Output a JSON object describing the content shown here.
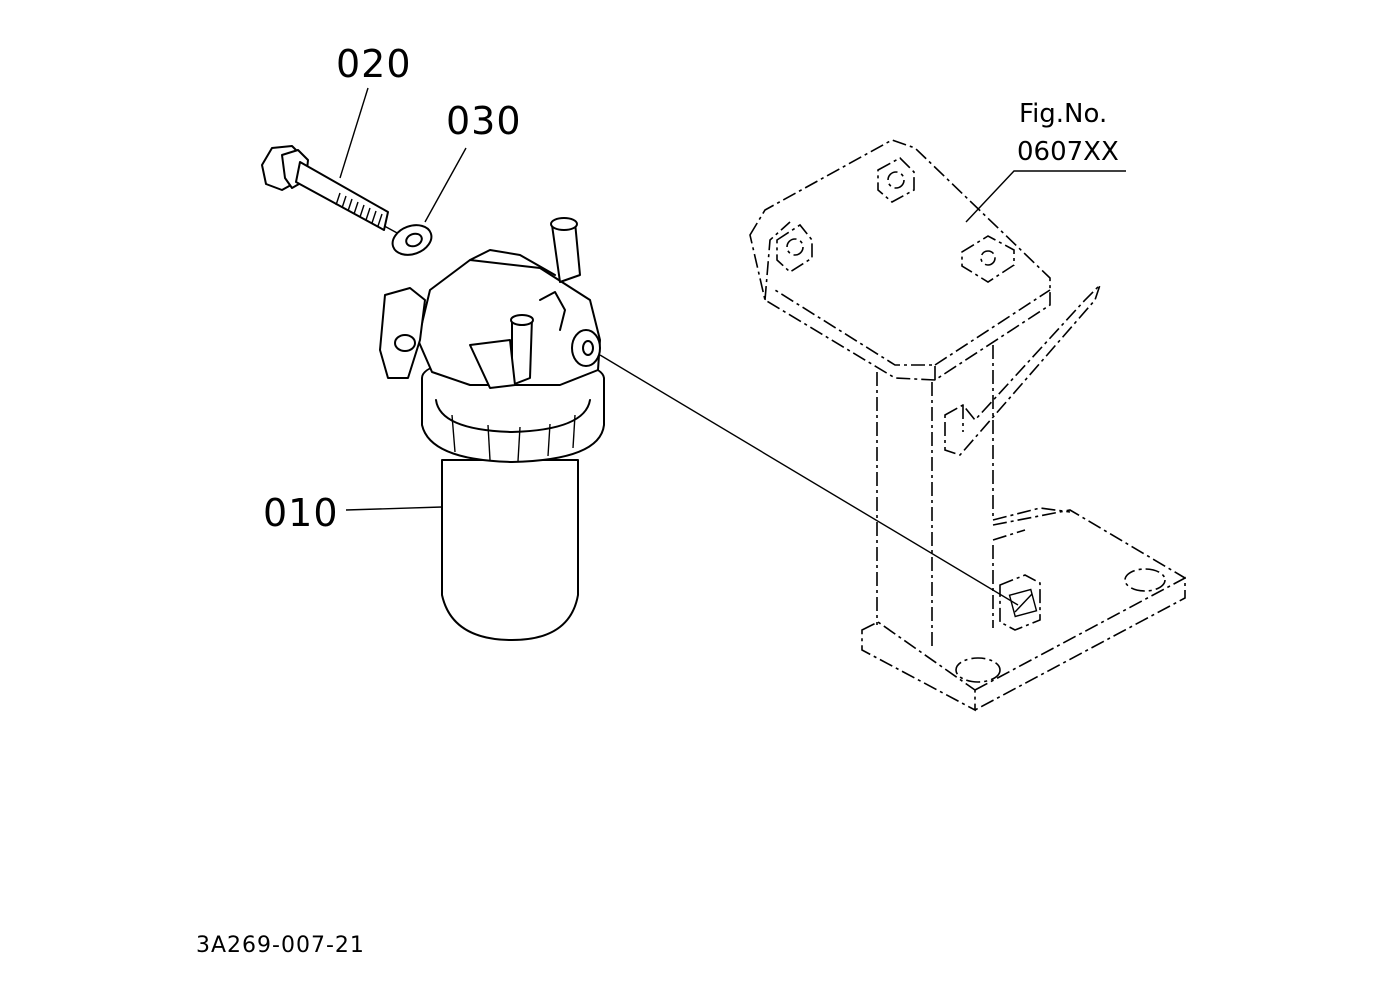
{
  "diagram": {
    "figure_label": "Fig.No.",
    "figure_number": "0607XX",
    "drawing_code": "3A269-007-21",
    "callouts": {
      "filter": "010",
      "bolt": "020",
      "washer": "030"
    }
  }
}
